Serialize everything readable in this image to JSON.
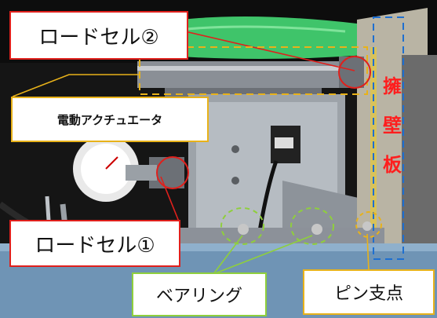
{
  "labels": {
    "load_cell_2": "ロードセル②",
    "actuator": "電動アクチュエータ",
    "load_cell_1": "ロードセル①",
    "bearing": "ベアリング",
    "pin_support": "ピン支点",
    "wall_1": "擁",
    "wall_2": "壁",
    "wall_3": "板"
  },
  "colors": {
    "red": "#e0201c",
    "orange": "#e8b21a",
    "green": "#8fcf3c",
    "blue": "#1e6fd0"
  }
}
